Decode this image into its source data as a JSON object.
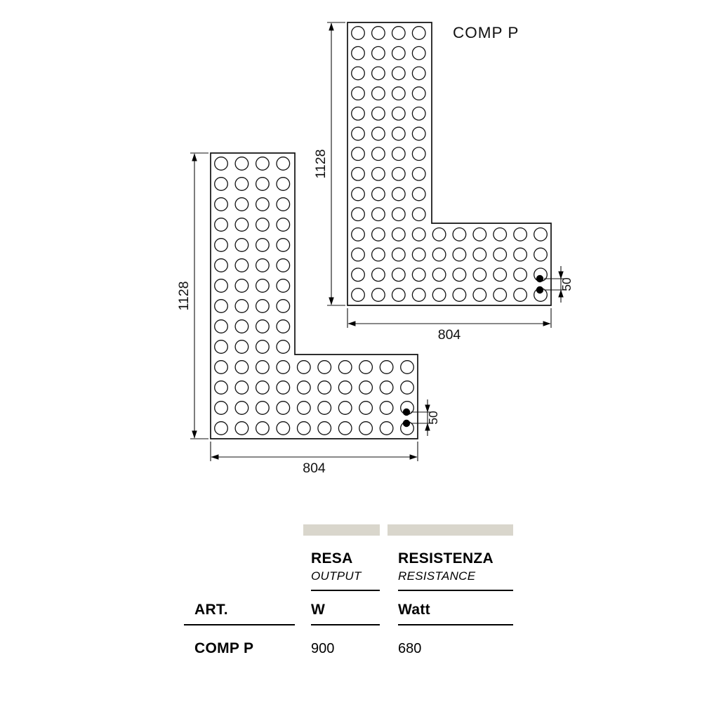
{
  "diagram": {
    "title": "COMP P",
    "panels": [
      {
        "id": "top-right",
        "height_label": "1128",
        "width_label": "804",
        "pitch_label": "50"
      },
      {
        "id": "bottom-left",
        "height_label": "1128",
        "width_label": "804",
        "pitch_label": "50"
      }
    ]
  },
  "table": {
    "art_header": "ART.",
    "columns": [
      {
        "title": "RESA",
        "subtitle": "OUTPUT",
        "unit": "W"
      },
      {
        "title": "RESISTENZA",
        "subtitle": "RESISTANCE",
        "unit": "Watt"
      }
    ],
    "rows": [
      {
        "art": "COMP P",
        "values": [
          "900",
          "680"
        ]
      }
    ]
  },
  "colors": {
    "table_header_bar": "#d9d6cc",
    "diagram_line": "#111111"
  }
}
